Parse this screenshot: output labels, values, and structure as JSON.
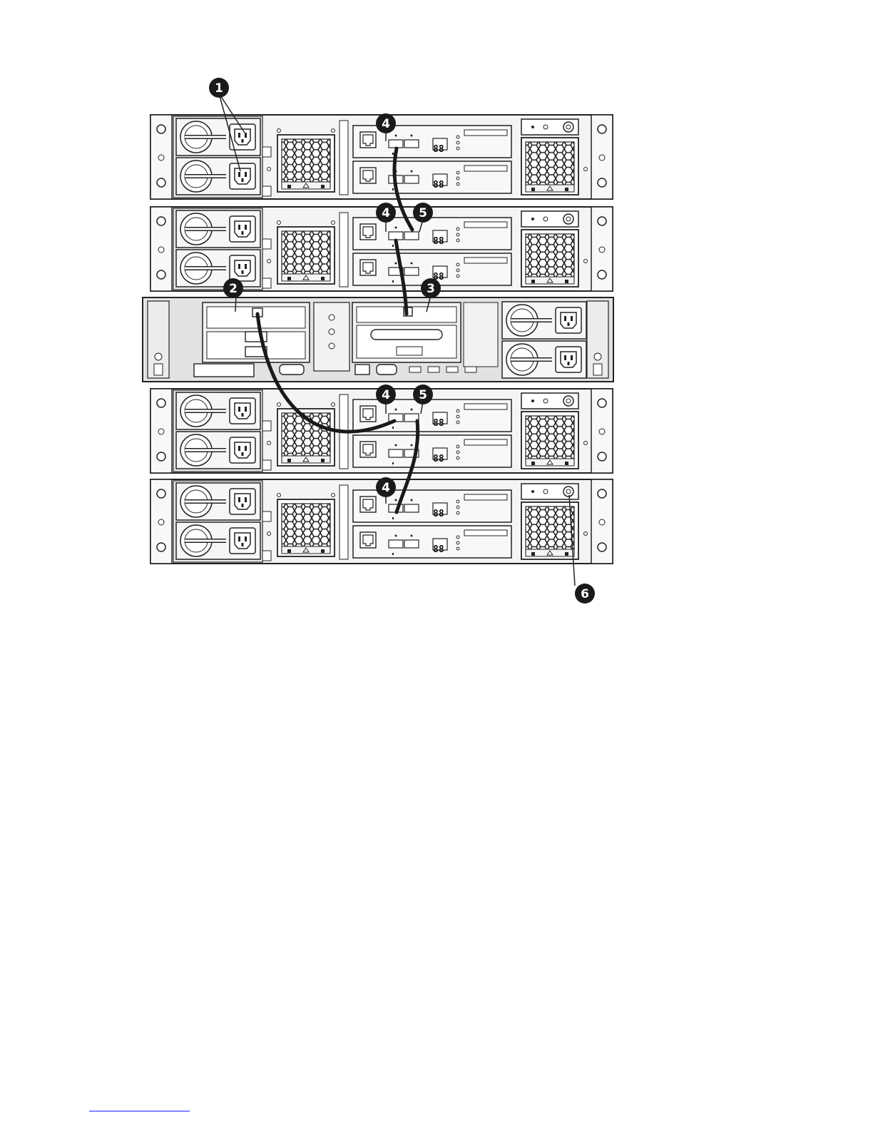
{
  "figure": {
    "callouts": [
      {
        "id": "1",
        "label": "1"
      },
      {
        "id": "2",
        "label": "2"
      },
      {
        "id": "3",
        "label": "3"
      },
      {
        "id": "4a",
        "label": "4"
      },
      {
        "id": "4b",
        "label": "4"
      },
      {
        "id": "5a",
        "label": "5"
      },
      {
        "id": "4c",
        "label": "4"
      },
      {
        "id": "5b",
        "label": "5"
      },
      {
        "id": "4d",
        "label": "4"
      },
      {
        "id": "6",
        "label": "6"
      }
    ],
    "enclosure_units": [
      "enclosure-1",
      "enclosure-2",
      "enclosure-3",
      "enclosure-4"
    ],
    "port_label": "88"
  },
  "colors": {
    "line": "#1a1a1a",
    "panel": "#f4f4f4",
    "server_fill": "#e2e2e2",
    "cable": "#1a1a1a",
    "footnote_rule": "#1a1aff"
  }
}
